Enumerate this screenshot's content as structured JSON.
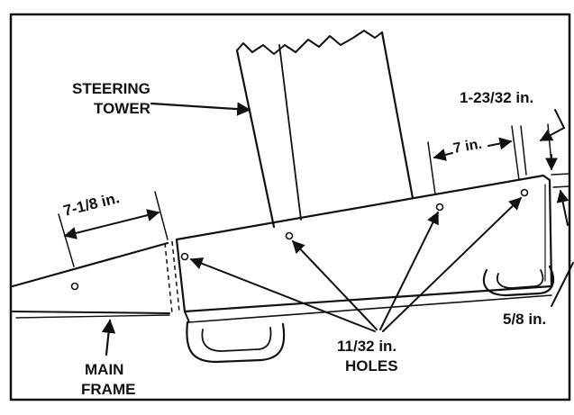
{
  "labels": {
    "steering_tower_line1": "STEERING",
    "steering_tower_line2": "TOWER",
    "main_frame_line1": "MAIN",
    "main_frame_line2": "FRAME",
    "dim_7_1_8": "7-1/8 in.",
    "dim_7": "7 in.",
    "dim_1_23_32": "1-23/32 in.",
    "dim_5_8": "5/8 in.",
    "holes_line1": "11/32 in.",
    "holes_line2": "HOLES"
  },
  "colors": {
    "ink": "#111111",
    "paper": "#ffffff"
  }
}
